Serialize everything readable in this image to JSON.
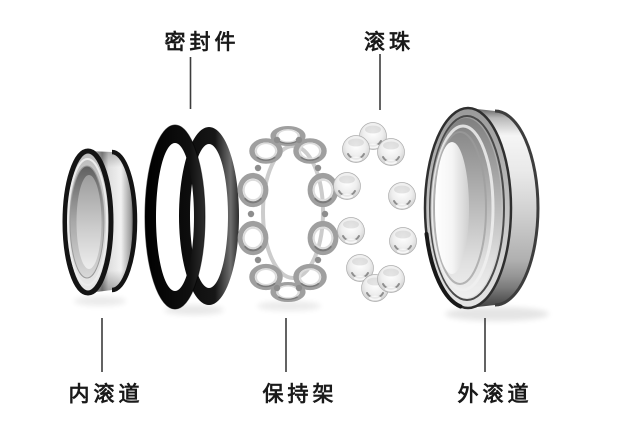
{
  "diagram": {
    "type": "exploded-view-ball-bearing",
    "background_color": "#ffffff",
    "labels": {
      "seal": "密封件",
      "balls": "滚珠",
      "inner_race": "内滚道",
      "cage": "保持架",
      "outer_race": "外滚道"
    },
    "colors": {
      "label_text": "#1a1a1a",
      "leader_line": "#3c3c3c",
      "seal_rubber": "#141414",
      "metal_highlight": "#f5f5f5",
      "metal_mid": "#c0c0c0",
      "metal_shadow": "#5a5a5a",
      "ball_silver": "#e8e8e8"
    }
  }
}
